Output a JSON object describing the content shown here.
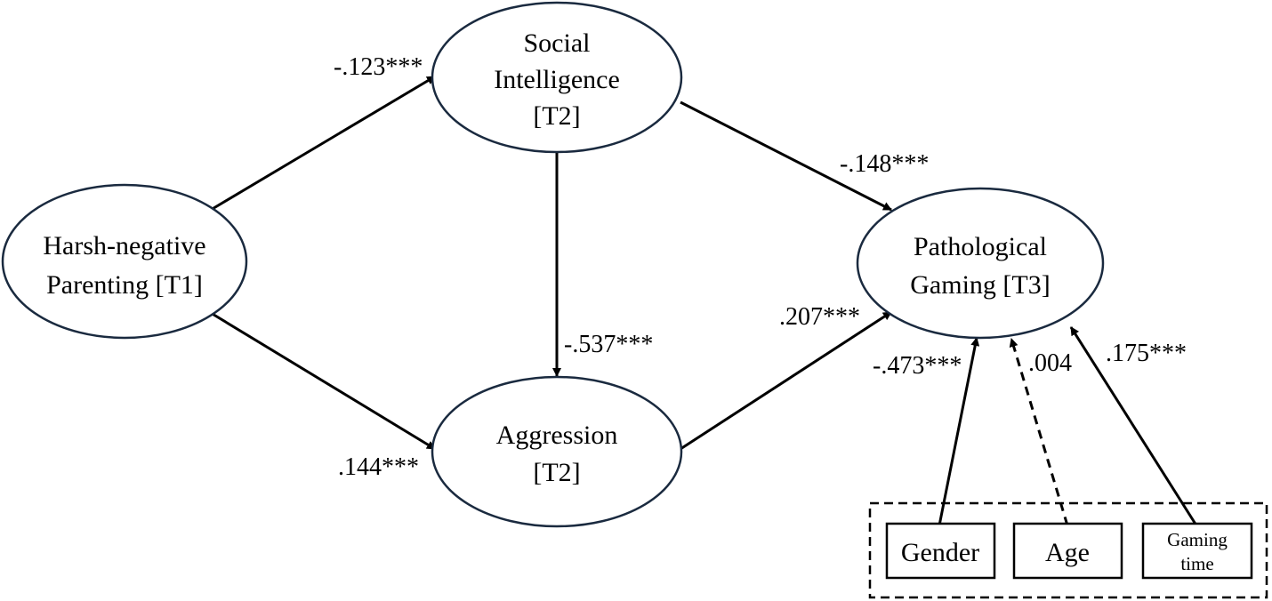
{
  "nodes": {
    "harsh_parenting": {
      "lines": [
        "Harsh-negative",
        "Parenting [T1]"
      ]
    },
    "social_intelligence": {
      "lines": [
        "Social",
        "Intelligence",
        "[T2]"
      ]
    },
    "aggression": {
      "lines": [
        "Aggression",
        "[T2]"
      ]
    },
    "pathological_gaming": {
      "lines": [
        "Pathological",
        "Gaming [T3]"
      ]
    }
  },
  "controls": {
    "gender": {
      "label": "Gender"
    },
    "age": {
      "label": "Age"
    },
    "gaming_time": {
      "lines": [
        "Gaming",
        "time"
      ]
    }
  },
  "paths": [
    {
      "from": "Harsh-negative Parenting [T1]",
      "to": "Social Intelligence [T2]",
      "coefficient": "-.123***",
      "significant": true
    },
    {
      "from": "Harsh-negative Parenting [T1]",
      "to": "Aggression [T2]",
      "coefficient": ".144***",
      "significant": true
    },
    {
      "from": "Social Intelligence [T2]",
      "to": "Aggression [T2]",
      "coefficient": "-.537***",
      "significant": true
    },
    {
      "from": "Social Intelligence [T2]",
      "to": "Pathological Gaming [T3]",
      "coefficient": "-.148***",
      "significant": true
    },
    {
      "from": "Aggression [T2]",
      "to": "Pathological Gaming [T3]",
      "coefficient": ".207***",
      "significant": true
    },
    {
      "from": "Gender",
      "to": "Pathological Gaming [T3]",
      "coefficient": "-.473***",
      "significant": true
    },
    {
      "from": "Age",
      "to": "Pathological Gaming [T3]",
      "coefficient": ".004",
      "significant": false
    },
    {
      "from": "Gaming time",
      "to": "Pathological Gaming [T3]",
      "coefficient": ".175***",
      "significant": true
    }
  ],
  "colors": {
    "node_outline": "#1a2a3f",
    "arrow": "#000000",
    "text": "#000000"
  }
}
